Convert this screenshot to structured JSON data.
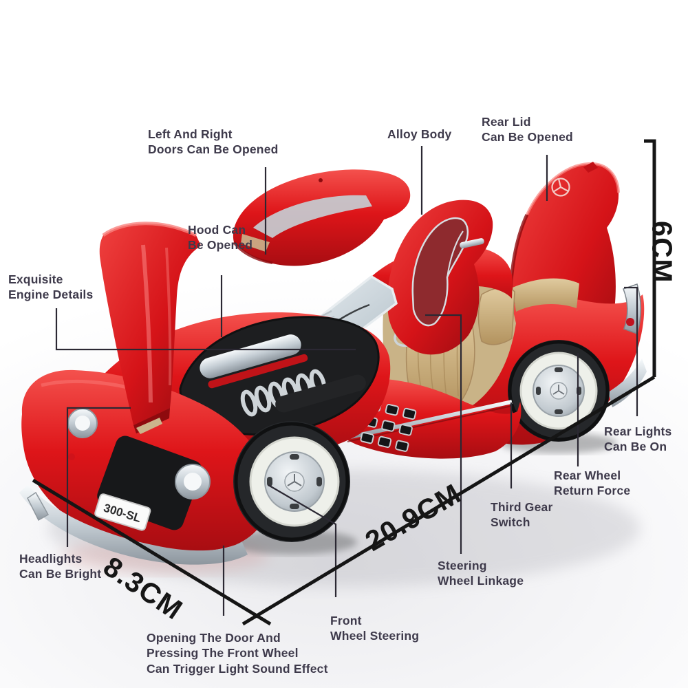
{
  "title": "Diecast model car feature annotations",
  "car": {
    "license_plate": "300-SL"
  },
  "labels": {
    "doors": [
      "Left And Right",
      "Doors Can Be Opened"
    ],
    "alloy_body": [
      "Alloy Body"
    ],
    "rear_lid": [
      "Rear Lid",
      "Can Be Opened"
    ],
    "hood": [
      "Hood Can",
      "Be Opened"
    ],
    "engine": [
      "Exquisite",
      "Engine Details"
    ],
    "rear_lights": [
      "Rear Lights",
      "Can Be On"
    ],
    "rear_wheel": [
      "Rear Wheel",
      "Return Force"
    ],
    "third_gear": [
      "Third Gear",
      "Switch"
    ],
    "steering": [
      "Steering",
      "Wheel Linkage"
    ],
    "front_wheel": [
      "Front",
      "Wheel Steering"
    ],
    "light_sound": [
      "Opening The Door And",
      "Pressing The Front Wheel",
      "Can Trigger Light Sound Effect"
    ],
    "headlights": [
      "Headlights",
      "Can Be Bright"
    ]
  },
  "dimensions": {
    "height": "6CM",
    "length": "20.9CM",
    "width": "8.3CM"
  },
  "colors": {
    "body_red": "#dd1419",
    "label_text": "#3e3a4b",
    "dimension_text": "#161616",
    "interior_tan": "#cdb286",
    "whitewall": "#eef0ea",
    "chrome": "#d9dfe4",
    "leader_line": "#2b2833"
  }
}
